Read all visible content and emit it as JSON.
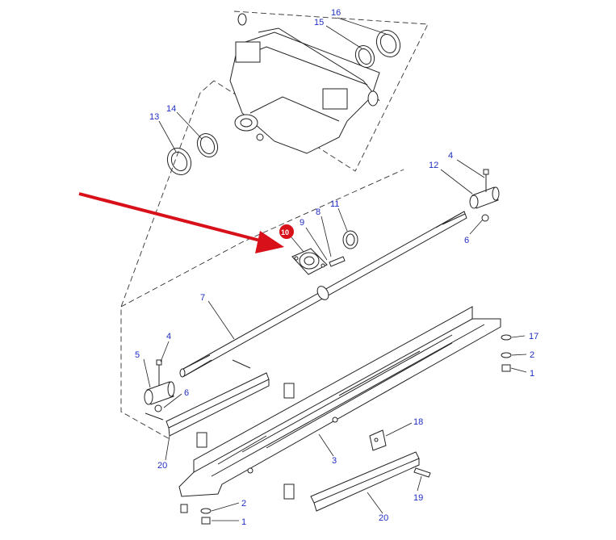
{
  "diagram": {
    "callouts": [
      {
        "id": "c16",
        "text": "16"
      },
      {
        "id": "c15",
        "text": "15"
      },
      {
        "id": "c14",
        "text": "14"
      },
      {
        "id": "c13",
        "text": "13"
      },
      {
        "id": "c4a",
        "text": "4"
      },
      {
        "id": "c12",
        "text": "12"
      },
      {
        "id": "c6a",
        "text": "6"
      },
      {
        "id": "c11",
        "text": "11"
      },
      {
        "id": "c8",
        "text": "8"
      },
      {
        "id": "c9",
        "text": "9"
      },
      {
        "id": "c10",
        "text": "10"
      },
      {
        "id": "c7",
        "text": "7"
      },
      {
        "id": "c4b",
        "text": "4"
      },
      {
        "id": "c5",
        "text": "5"
      },
      {
        "id": "c6b",
        "text": "6"
      },
      {
        "id": "c17",
        "text": "17"
      },
      {
        "id": "c2a",
        "text": "2"
      },
      {
        "id": "c1a",
        "text": "1"
      },
      {
        "id": "c18",
        "text": "18"
      },
      {
        "id": "c3",
        "text": "3"
      },
      {
        "id": "c20a",
        "text": "20"
      },
      {
        "id": "c20b",
        "text": "20"
      },
      {
        "id": "c19",
        "text": "19"
      },
      {
        "id": "c2b",
        "text": "2"
      },
      {
        "id": "c1b",
        "text": "1"
      }
    ],
    "highlight_color": "#d8101a",
    "label_color": "#1f2cc4"
  }
}
